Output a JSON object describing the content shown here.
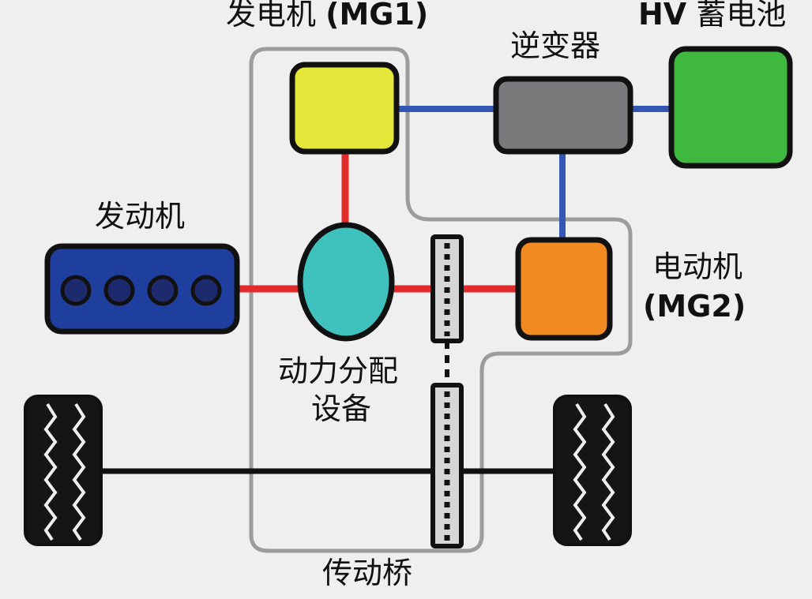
{
  "labels": {
    "generator_prefix": "发电机",
    "generator_code": "(MG1)",
    "inverter": "逆变器",
    "battery_prefix": "HV",
    "battery_suffix": "蓄电池",
    "engine": "发动机",
    "motor_line1": "电动机",
    "motor_line2": "(MG2)",
    "split_line1": "动力分配",
    "split_line2": "设备",
    "transaxle": "传动桥"
  },
  "colors": {
    "background": "#efefef",
    "generator": "#e4e63a",
    "inverter": "#7a7a7c",
    "battery": "#3fb83f",
    "engine": "#1f3f9f",
    "engine_cylinder": "#1e2a6e",
    "power_split": "#3fc2bd",
    "motor": "#f28a22",
    "mechanical_link": "#e22b2b",
    "electrical_link": "#3456b4",
    "transaxle_outline": "#9c9c9c",
    "outline": "#111111"
  }
}
